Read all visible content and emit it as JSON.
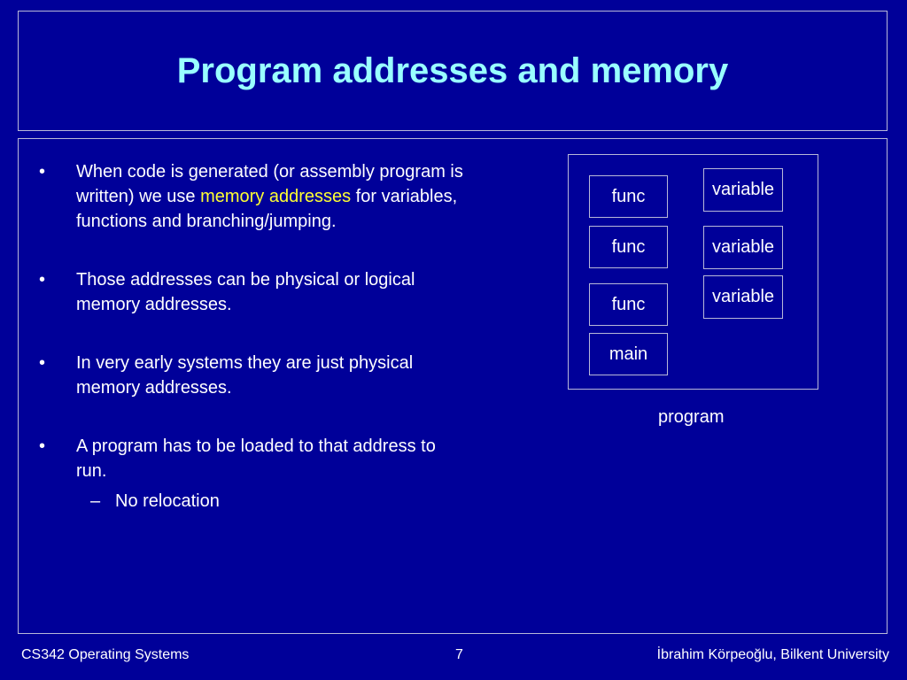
{
  "title": "Program addresses and memory",
  "bullets": {
    "b1": {
      "pre": "When code is generated (or assembly program is written) we use ",
      "highlight": "memory addresses",
      "post": " for variables, functions and branching/jumping."
    },
    "b2": "Those addresses can be physical or logical memory addresses.",
    "b3": "In very early systems they are just physical memory addresses.",
    "b4": "A program has to be loaded to that address to run.",
    "b4_sub": "No relocation"
  },
  "diagram": {
    "func1": "func",
    "func2": "func",
    "func3": "func",
    "main": "main",
    "var1": "variable",
    "var2": "variable",
    "var3": "variable",
    "label": "program"
  },
  "footer": {
    "course": "CS342 Operating Systems",
    "page": "7",
    "author": "İbrahim Körpeoğlu, Bilkent University"
  },
  "colors": {
    "background": "#000099",
    "title": "#99ffff",
    "highlight": "#ffff33",
    "text": "#ffffff"
  }
}
